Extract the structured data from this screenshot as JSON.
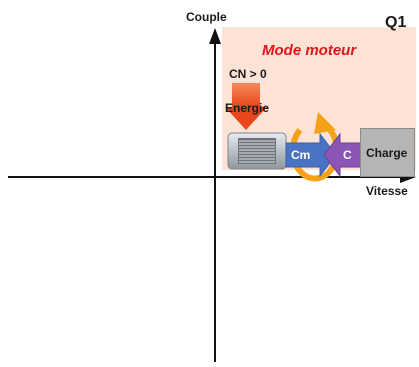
{
  "quadrant": {
    "id": "Q1",
    "title": "Mode moteur"
  },
  "axes": {
    "y_label": "Couple",
    "x_label": "Vitesse"
  },
  "energy": {
    "condition": "CN > 0",
    "label": "Energie"
  },
  "torques": {
    "motor": "Cm",
    "load": "C"
  },
  "load": {
    "label": "Charge"
  },
  "colors": {
    "panel": "#fde3d6",
    "title": "#e0161b",
    "energy_arrow": "#ef5a2a",
    "motor_torque": "#4a73c4",
    "load_torque": "#8a55b5",
    "rotation": "#f5a11a",
    "load_box": "#b5b5b5"
  },
  "icons": [
    "motor-icon",
    "rotation-arrow-icon"
  ]
}
